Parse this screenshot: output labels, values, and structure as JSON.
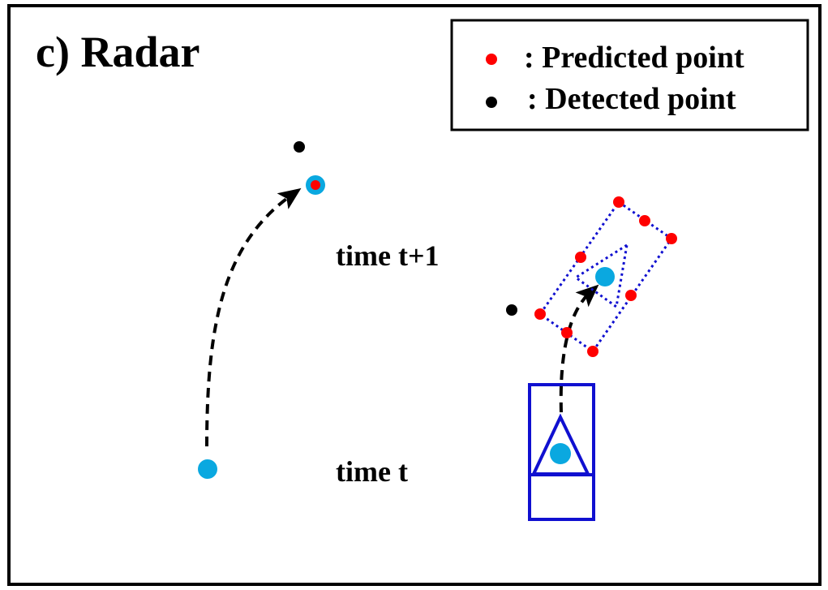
{
  "title": "c) Radar",
  "legend": {
    "predicted_label": ": Predicted point",
    "detected_label": ": Detected point"
  },
  "labels": {
    "time_t": "time t",
    "time_t1": "time t+1"
  },
  "colors": {
    "predicted": "#ff0000",
    "detected": "#000000",
    "center": "#0aa8e0",
    "box": "#1010d0",
    "arrow": "#000000"
  }
}
